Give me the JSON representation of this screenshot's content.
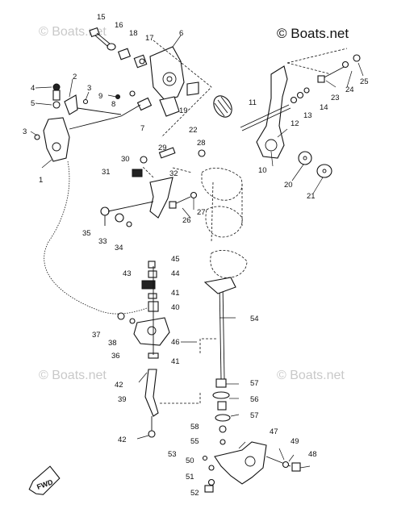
{
  "watermarks": {
    "main": "© Boats.net",
    "faded_top_left": "© Boats.net",
    "faded_bottom_left": "© Boats.net",
    "faded_bottom_right": "© Boats.net"
  },
  "direction_label": "FWD",
  "part_numbers": {
    "p1": "1",
    "p2": "2",
    "p3a": "3",
    "p3b": "3",
    "p4": "4",
    "p5": "5",
    "p6": "6",
    "p7": "7",
    "p8": "8",
    "p9": "9",
    "p10": "10",
    "p11": "11",
    "p12": "12",
    "p13": "13",
    "p14": "14",
    "p15": "15",
    "p16": "16",
    "p17": "17",
    "p18": "18",
    "p19": "19",
    "p20": "20",
    "p21": "21",
    "p22": "22",
    "p23": "23",
    "p24": "24",
    "p25": "25",
    "p26": "26",
    "p27": "27",
    "p28": "28",
    "p29": "29",
    "p30": "30",
    "p31": "31",
    "p32": "32",
    "p33": "33",
    "p34": "34",
    "p35": "35",
    "p36": "36",
    "p37": "37",
    "p38": "38",
    "p39": "39",
    "p40": "40",
    "p41a": "41",
    "p41b": "41",
    "p42a": "42",
    "p42b": "42",
    "p43": "43",
    "p44": "44",
    "p45": "45",
    "p46": "46",
    "p47": "47",
    "p48": "48",
    "p49": "49",
    "p50": "50",
    "p51": "51",
    "p52": "52",
    "p53": "53",
    "p54": "54",
    "p55": "55",
    "p56": "56",
    "p57a": "57",
    "p57b": "57",
    "p58": "58"
  }
}
